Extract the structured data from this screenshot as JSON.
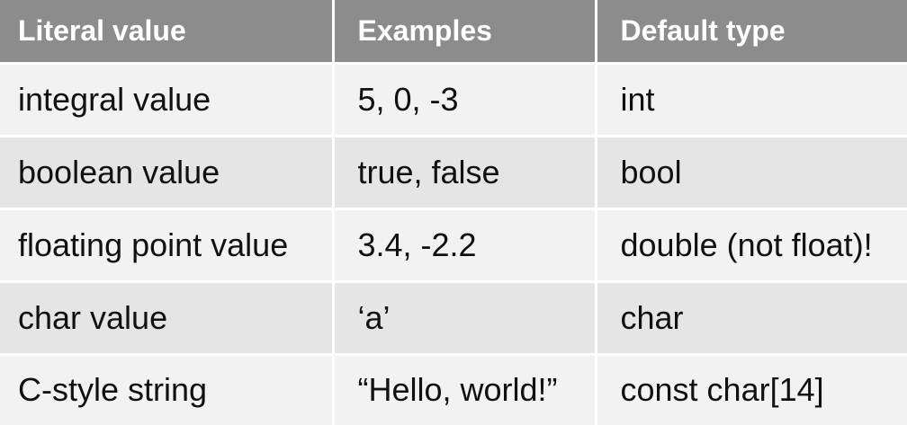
{
  "table": {
    "headers": [
      "Literal value",
      "Examples",
      "Default type"
    ],
    "rows": [
      [
        "integral value",
        "5, 0, -3",
        "int"
      ],
      [
        "boolean value",
        "true, false",
        "bool"
      ],
      [
        "floating point value",
        "3.4, -2.2",
        "double (not float)!"
      ],
      [
        "char value",
        "‘a’",
        "char"
      ],
      [
        "C-style string",
        "“Hello, world!”",
        "const char[14]"
      ]
    ]
  },
  "colors": {
    "header_background": "#8c8c8c",
    "header_text": "#ffffff",
    "row_light": "#f2f2f2",
    "row_dark": "#e5e5e5"
  }
}
